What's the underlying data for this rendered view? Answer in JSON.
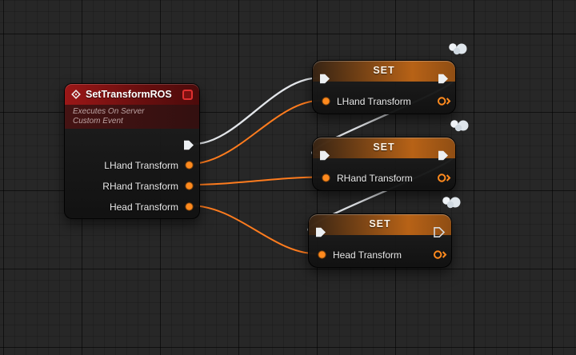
{
  "colors": {
    "exec_wire": "#e3e6ea",
    "data_wire": "#ff7c1e",
    "pin_orange": "#ff8a1e",
    "event_header_red": "#9b1717",
    "set_header_orange": "#c46816",
    "delegate_red": "#e03030"
  },
  "event_node": {
    "title": "SetTransformROS",
    "subtitle1": "Executes On Server",
    "subtitle2": "Custom Event",
    "pins": [
      "LHand Transform",
      "RHand Transform",
      "Head Transform"
    ]
  },
  "set_nodes": [
    {
      "title": "SET",
      "pin": "LHand Transform"
    },
    {
      "title": "SET",
      "pin": "RHand Transform"
    },
    {
      "title": "SET",
      "pin": "Head Transform"
    }
  ]
}
